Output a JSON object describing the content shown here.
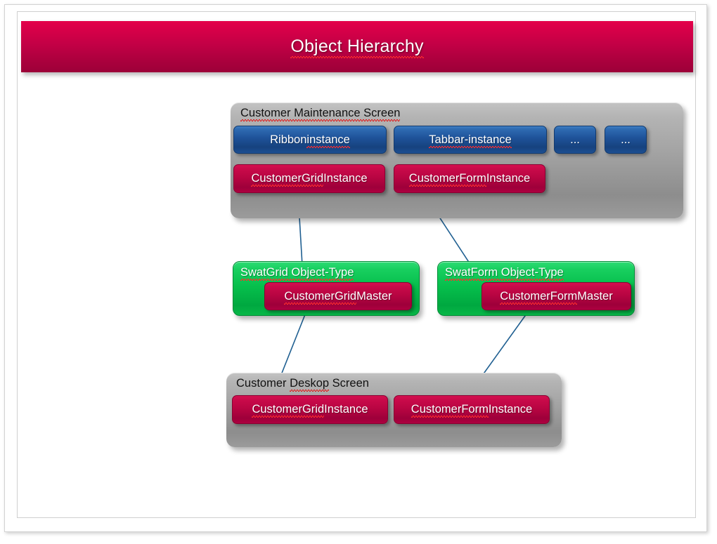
{
  "slide": {
    "title": "Object Hierarchy",
    "title_color": "#c10045",
    "accent_blue": "#1f539a",
    "accent_red": "#b80542",
    "accent_green": "#06bf4c",
    "panel_gray": "#a2a2a2"
  },
  "maintenance_screen": {
    "title": "Customer Maintenance Screen",
    "buttons_row1": [
      {
        "label": "Ribbon instance",
        "misspelled": "instance",
        "prefix": "Ribbon ",
        "kind": "blue"
      },
      {
        "label": "Tabbar-instance",
        "misspelled": "Tabbar-instance",
        "prefix": "",
        "kind": "blue"
      },
      {
        "label": "...",
        "misspelled": "",
        "prefix": "...",
        "kind": "blue"
      },
      {
        "label": "...",
        "misspelled": "",
        "prefix": "...",
        "kind": "blue"
      }
    ],
    "buttons_row2": [
      {
        "label": "CustomerGrid Instance",
        "misspelled": "CustomerGrid",
        "suffix": " Instance",
        "kind": "red"
      },
      {
        "label": "CustomerForm Instance",
        "misspelled": "CustomerForm",
        "suffix": " Instance",
        "kind": "red"
      }
    ]
  },
  "object_types": [
    {
      "title": "SwatGrid Object-Type",
      "title_misspelled": "SwatGrid Object-Type",
      "master": {
        "label": "CustomerGrid Master",
        "misspelled": "CustomerGrid",
        "suffix": " Master"
      }
    },
    {
      "title": "SwatForm Object-Type",
      "title_misspelled": "SwatForm Object-Type",
      "master": {
        "label": "CustomerForm Master",
        "misspelled": "CustomerForm",
        "suffix": " Master"
      }
    }
  ],
  "desktop_screen": {
    "title": "Customer Deskop Screen",
    "title_prefix": "Customer ",
    "title_misspelled": "Deskop",
    "title_suffix": " Screen",
    "buttons": [
      {
        "label": "CustomerGrid Instance",
        "misspelled": "CustomerGrid",
        "suffix": " Instance",
        "kind": "red"
      },
      {
        "label": "CustomerForm Instance",
        "misspelled": "CustomerForm",
        "suffix": " Instance",
        "kind": "red"
      }
    ]
  },
  "connectors": [
    {
      "name": "grid-master-to-grid-instance",
      "from": "SwatGrid Object-Type",
      "to": "CustomerGrid Instance (Maintenance)",
      "color": "#1f5f91",
      "direction": "up"
    },
    {
      "name": "form-instance-to-form-master",
      "from": "CustomerForm Instance (Maintenance)",
      "to": "CustomerForm Master",
      "color": "#1f5f91",
      "direction": "down-right"
    },
    {
      "name": "grid-master-to-desktop",
      "from": "CustomerGrid Master",
      "to": "Customer Deskop Screen",
      "color": "#1f5f91",
      "direction": "down-left"
    },
    {
      "name": "form-master-to-desktop",
      "from": "CustomerForm Master",
      "to": "Customer Deskop Screen",
      "color": "#1f5f91",
      "direction": "down-left"
    }
  ]
}
